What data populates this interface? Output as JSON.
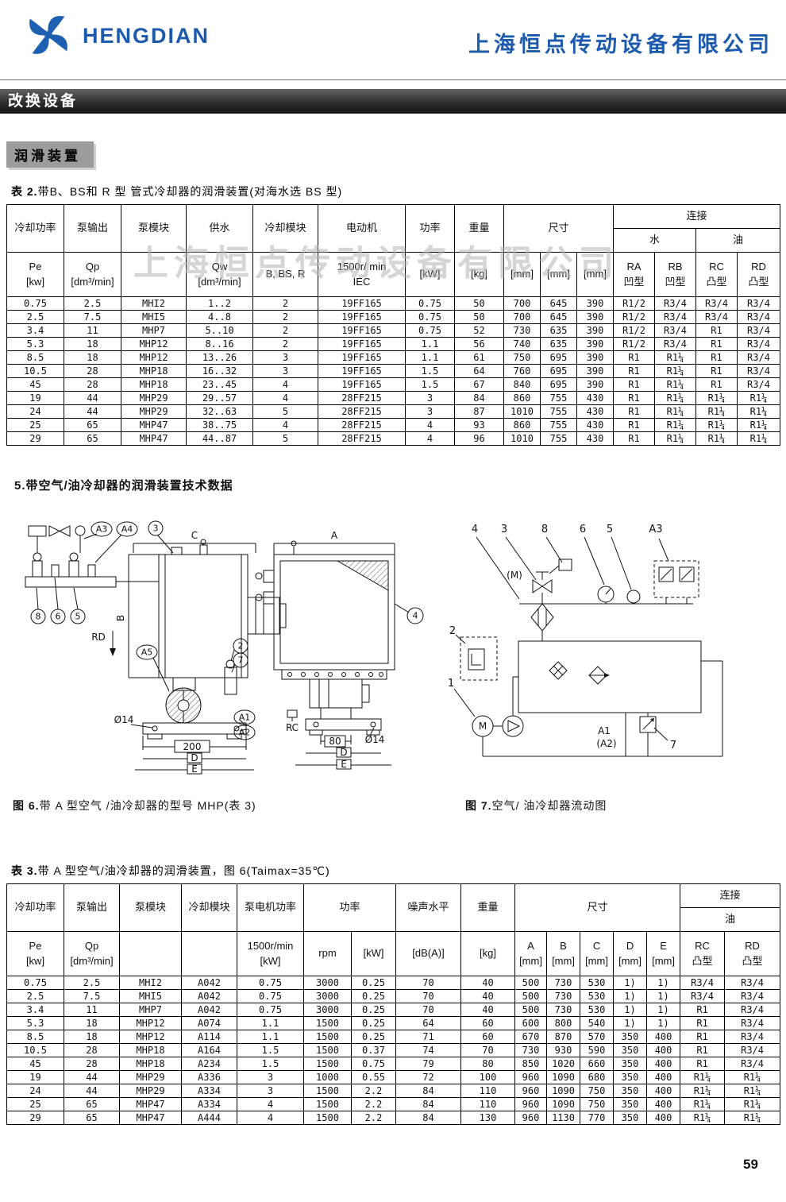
{
  "header": {
    "logo_text": "HENGDIAN",
    "company_name": "上海恒点传动设备有限公司"
  },
  "section_bar": {
    "title": "改换设备"
  },
  "subsection": {
    "title": "润滑装置"
  },
  "watermark": "上海恒点传动设备有限公司",
  "section5_heading": "5.带空气/油冷却器的润滑装置技术数据",
  "page_number": "59",
  "table2": {
    "caption_prefix": "表 2.",
    "caption_text": "带B、BS和 R 型 管式冷却器的润滑装置(对海水选 BS 型)",
    "h": {
      "cooling_power": "冷却功率",
      "pump_output": "泵输出",
      "pump_module": "泵模块",
      "water_supply": "供水",
      "cooling_module": "冷却模块",
      "motor": "电动机",
      "power": "功率",
      "weight": "重量",
      "dimensions": "尺寸",
      "connection": "连接",
      "water": "水",
      "oil": "油",
      "u_pe": "Pe\n[kw]",
      "u_qp": "Qp\n[dm³/min]",
      "u_qw": "Qw\n[dm³/min]",
      "u_bbsr": "B, BS, R",
      "u_motor": "1500r/ min\nIEC",
      "u_kw": "[kW]",
      "u_kg": "[kg]",
      "u_mm": "[mm]",
      "u_ra": "RA\n凹型",
      "u_rb": "RB\n凹型",
      "u_rc": "RC\n凸型",
      "u_rd": "RD\n凸型"
    },
    "rows": [
      [
        "0.75",
        "2.5",
        "MHI2",
        "1..2",
        "2",
        "19FF165",
        "0.75",
        "50",
        "700",
        "645",
        "390",
        "R1/2",
        "R3/4",
        "R3/4",
        "R3/4"
      ],
      [
        "2.5",
        "7.5",
        "MHI5",
        "4..8",
        "2",
        "19FF165",
        "0.75",
        "50",
        "700",
        "645",
        "390",
        "R1/2",
        "R3/4",
        "R3/4",
        "R3/4"
      ],
      [
        "3.4",
        "11",
        "MHP7",
        "5..10",
        "2",
        "19FF165",
        "0.75",
        "52",
        "730",
        "635",
        "390",
        "R1/2",
        "R3/4",
        "R1",
        "R3/4"
      ],
      [
        "5.3",
        "18",
        "MHP12",
        "8..16",
        "2",
        "19FF165",
        "1.1",
        "56",
        "740",
        "635",
        "390",
        "R1/2",
        "R3/4",
        "R1",
        "R3/4"
      ],
      [
        "8.5",
        "18",
        "MHP12",
        "13..26",
        "3",
        "19FF165",
        "1.1",
        "61",
        "750",
        "695",
        "390",
        "R1",
        "R1¼",
        "R1",
        "R3/4"
      ],
      [
        "10.5",
        "28",
        "MHP18",
        "16..32",
        "3",
        "19FF165",
        "1.5",
        "64",
        "760",
        "695",
        "390",
        "R1",
        "R1¼",
        "R1",
        "R3/4"
      ],
      [
        "45",
        "28",
        "MHP18",
        "23..45",
        "4",
        "19FF165",
        "1.5",
        "67",
        "840",
        "695",
        "390",
        "R1",
        "R1¼",
        "R1",
        "R3/4"
      ],
      [
        "19",
        "44",
        "MHP29",
        "29..57",
        "4",
        "28FF215",
        "3",
        "84",
        "860",
        "755",
        "430",
        "R1",
        "R1¼",
        "R1¼",
        "R1¼"
      ],
      [
        "24",
        "44",
        "MHP29",
        "32..63",
        "5",
        "28FF215",
        "3",
        "87",
        "1010",
        "755",
        "430",
        "R1",
        "R1¼",
        "R1¼",
        "R1¼"
      ],
      [
        "25",
        "65",
        "MHP47",
        "38..75",
        "4",
        "28FF215",
        "4",
        "93",
        "860",
        "755",
        "430",
        "R1",
        "R1¼",
        "R1¼",
        "R1¼"
      ],
      [
        "29",
        "65",
        "MHP47",
        "44..87",
        "5",
        "28FF215",
        "4",
        "96",
        "1010",
        "755",
        "430",
        "R1",
        "R1¼",
        "R1¼",
        "R1¼"
      ]
    ]
  },
  "fig6": {
    "caption_prefix": "图 6.",
    "caption_text": "带 A 型空气 /油冷却器的型号 MHP(表 3)",
    "labels": {
      "a3": "A3",
      "a4": "A4",
      "n3": "3",
      "dim_c": "C",
      "dim_a": "A",
      "n4": "4",
      "n8": "8",
      "n6": "6",
      "n5": "5",
      "rd": "RD",
      "dim_b": "B",
      "a5": "A5",
      "n2": "2",
      "n7": "7",
      "dia14_left": "Ø14",
      "dim_200": "200",
      "dim_d_left": "D",
      "dim_e_left": "E",
      "a1": "A1",
      "a2": "A2",
      "rc": "RC",
      "dim_80": "80",
      "dia14_right": "Ø14",
      "dim_d_right": "D",
      "dim_e_right": "E"
    }
  },
  "fig7": {
    "caption_prefix": "图 7.",
    "caption_text": "空气/ 油冷却器流动图",
    "labels": {
      "n4": "4",
      "n3": "3",
      "n8": "8",
      "n6": "6",
      "n5": "5",
      "a3": "A3",
      "m_paren": "(M)",
      "n2": "2",
      "n1": "1",
      "m": "M",
      "a1": "A1",
      "a2": "(A2)",
      "n7": "7"
    }
  },
  "table3": {
    "caption_prefix": "表 3.",
    "caption_text": "带 A 型空气/油冷却器的润滑装置，图 6(Taimax=35℃)",
    "h": {
      "cooling_power": "冷却功率",
      "pump_output": "泵输出",
      "pump_module": "泵模块",
      "cooling_module": "冷却模块",
      "pump_motor_power": "泵电机功率",
      "power": "功率",
      "noise": "噪声水平",
      "weight": "重量",
      "dimensions": "尺寸",
      "connection": "连接",
      "oil": "油",
      "u_pe": "Pe\n[kw]",
      "u_qp": "Qp\n[dm³/min]",
      "u_motor_kw": "1500r/min\n[kW]",
      "u_rpm": "rpm",
      "u_kw": "[kW]",
      "u_db": "[dB(A)]",
      "u_kg": "[kg]",
      "u_a": "A\n[mm]",
      "u_b": "B\n[mm]",
      "u_c": "C\n[mm]",
      "u_d": "D\n[mm]",
      "u_e": "E\n[mm]",
      "u_rc": "RC\n凸型",
      "u_rd": "RD\n凸型"
    },
    "rows": [
      [
        "0.75",
        "2.5",
        "MHI2",
        "A042",
        "0.75",
        "3000",
        "0.25",
        "70",
        "40",
        "500",
        "730",
        "530",
        "1)",
        "1)",
        "R3/4",
        "R3/4"
      ],
      [
        "2.5",
        "7.5",
        "MHI5",
        "A042",
        "0.75",
        "3000",
        "0.25",
        "70",
        "40",
        "500",
        "730",
        "530",
        "1)",
        "1)",
        "R3/4",
        "R3/4"
      ],
      [
        "3.4",
        "11",
        "MHP7",
        "A042",
        "0.75",
        "3000",
        "0.25",
        "70",
        "40",
        "500",
        "730",
        "530",
        "1)",
        "1)",
        "R1",
        "R3/4"
      ],
      [
        "5.3",
        "18",
        "MHP12",
        "A074",
        "1.1",
        "1500",
        "0.25",
        "64",
        "60",
        "600",
        "800",
        "540",
        "1)",
        "1)",
        "R1",
        "R3/4"
      ],
      [
        "8.5",
        "18",
        "MHP12",
        "A114",
        "1.1",
        "1500",
        "0.25",
        "71",
        "60",
        "670",
        "870",
        "570",
        "350",
        "400",
        "R1",
        "R3/4"
      ],
      [
        "10.5",
        "28",
        "MHP18",
        "A164",
        "1.5",
        "1500",
        "0.37",
        "74",
        "70",
        "730",
        "930",
        "590",
        "350",
        "400",
        "R1",
        "R3/4"
      ],
      [
        "45",
        "28",
        "MHP18",
        "A234",
        "1.5",
        "1500",
        "0.75",
        "79",
        "80",
        "850",
        "1020",
        "660",
        "350",
        "400",
        "R1",
        "R3/4"
      ],
      [
        "19",
        "44",
        "MHP29",
        "A336",
        "3",
        "1000",
        "0.55",
        "72",
        "100",
        "960",
        "1090",
        "680",
        "350",
        "400",
        "R1¼",
        "R1¼"
      ],
      [
        "24",
        "44",
        "MHP29",
        "A334",
        "3",
        "1500",
        "2.2",
        "84",
        "110",
        "960",
        "1090",
        "750",
        "350",
        "400",
        "R1¼",
        "R1¼"
      ],
      [
        "25",
        "65",
        "MHP47",
        "A334",
        "4",
        "1500",
        "2.2",
        "84",
        "110",
        "960",
        "1090",
        "750",
        "350",
        "400",
        "R1¼",
        "R1¼"
      ],
      [
        "29",
        "65",
        "MHP47",
        "A444",
        "4",
        "1500",
        "2.2",
        "84",
        "130",
        "960",
        "1130",
        "770",
        "350",
        "400",
        "R1¼",
        "R1¼"
      ]
    ]
  }
}
